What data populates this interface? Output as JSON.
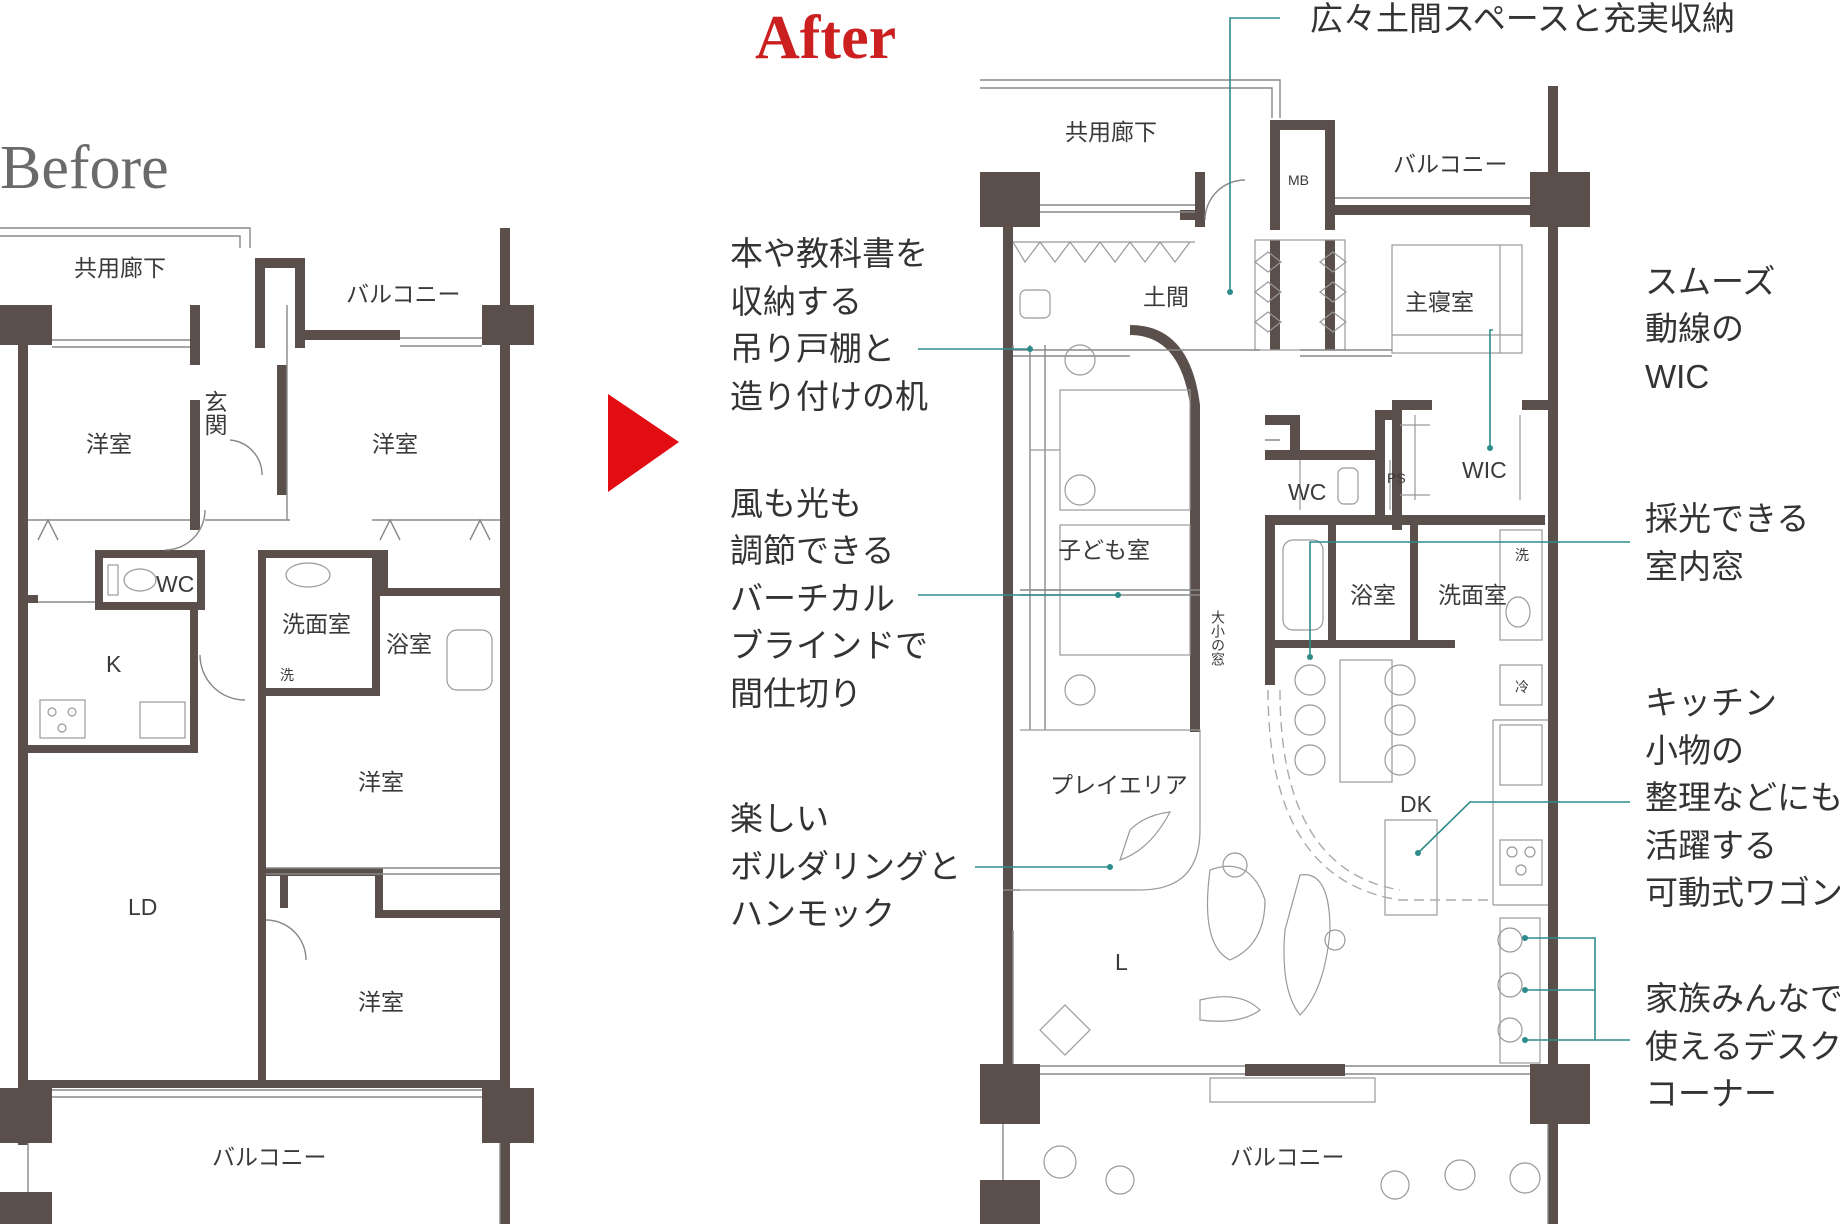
{
  "titles": {
    "before": "Before",
    "after": "After"
  },
  "colors": {
    "wall": "#5b4f4c",
    "arrow": "#e10d12",
    "after_title": "#cc1f1f",
    "leader": "#2e8b8b"
  },
  "before_plan": {
    "rooms": {
      "corridor": "共用廊下",
      "balcony_top": "バルコニー",
      "entrance": "玄関",
      "western_room_nw": "洋室",
      "western_room_ne": "洋室",
      "wc": "WC",
      "washroom": "洗面室",
      "bathroom": "浴室",
      "washer": "洗",
      "kitchen": "K",
      "western_room_e1": "洋室",
      "living_dining": "LD",
      "western_room_e2": "洋室",
      "balcony_bottom": "バルコニー"
    }
  },
  "after_plan": {
    "rooms": {
      "corridor": "共用廊下",
      "balcony_top": "バルコニー",
      "mb": "MB",
      "doma": "土間",
      "master_bedroom": "主寝室",
      "wc": "WC",
      "ps": "PS",
      "wic": "WIC",
      "kids_room": "子ども室",
      "window_label": "大小の窓",
      "bathroom": "浴室",
      "washroom": "洗面室",
      "washer": "洗",
      "fridge": "冷",
      "play_area": "プレイエリア",
      "dk": "DK",
      "living": "L",
      "balcony_bottom": "バルコニー"
    }
  },
  "callouts": {
    "top": "広々土間スペースと充実収納",
    "shelf": [
      "本や教科書を",
      "収納する",
      "吊り戸棚と",
      "造り付けの机"
    ],
    "blind": [
      "風も光も",
      "調節できる",
      "バーチカル",
      "ブラインドで",
      "間仕切り"
    ],
    "bouldering": [
      "楽しい",
      "ボルダリングと",
      "ハンモック"
    ],
    "wic": [
      "スムーズ",
      "動線の",
      "WIC"
    ],
    "window": [
      "採光できる",
      "室内窓"
    ],
    "wagon": [
      "キッチン",
      "小物の",
      "整理などにも",
      "活躍する",
      "可動式ワゴン"
    ],
    "desk": [
      "家族みんなで",
      "使えるデスク",
      "コーナー"
    ]
  }
}
